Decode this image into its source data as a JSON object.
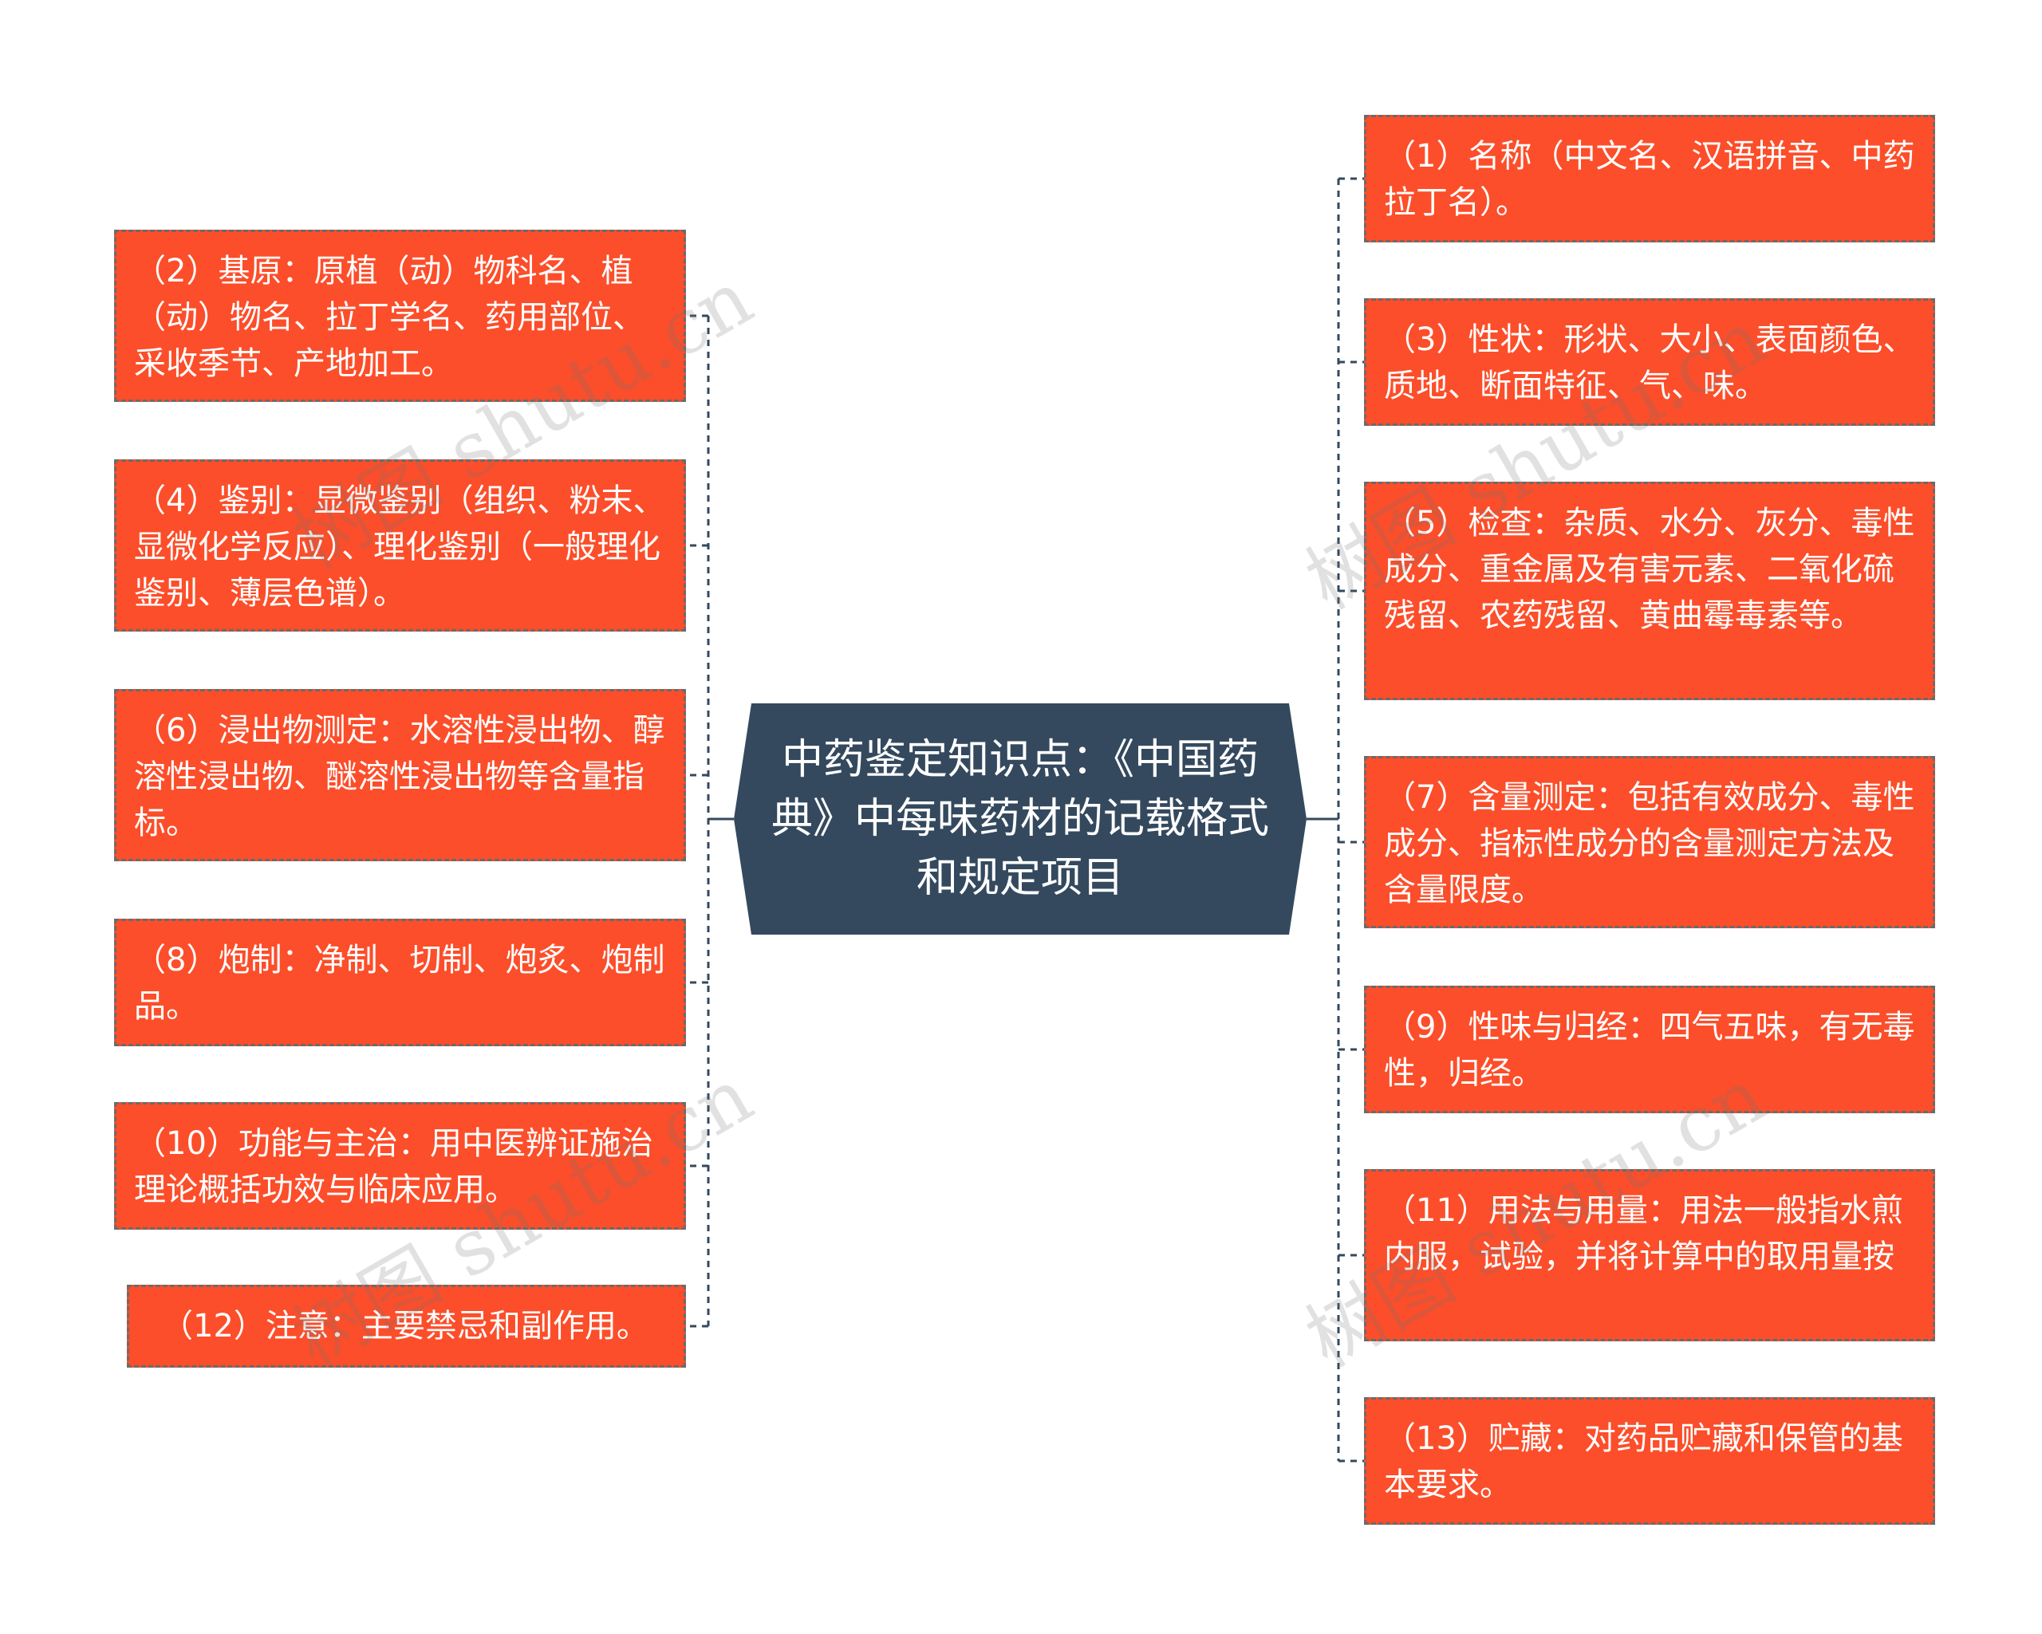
{
  "colors": {
    "center_fill": "#34495e",
    "node_fill": "#fc4e2a",
    "node_border": "#6b6b6b",
    "connector": "#34495e",
    "text": "#ffffff"
  },
  "center": {
    "title": "中药鉴定知识点：《中国药典》中每味药材的记载格式和规定项目"
  },
  "left_nodes": [
    {
      "text": "（2）基原：原植（动）物科名、植（动）物名、拉丁学名、药用部位、采收季节、产地加工。"
    },
    {
      "text": "（4）鉴别：显微鉴别（组织、粉末、显微化学反应）、理化鉴别（一般理化鉴别、薄层色谱）。"
    },
    {
      "text": "（6）浸出物测定：水溶性浸出物、醇溶性浸出物、醚溶性浸出物等含量指标。"
    },
    {
      "text": "（8）炮制：净制、切制、炮炙、炮制品。"
    },
    {
      "text": "（10）功能与主治：用中医辨证施治理论概括功效与临床应用。"
    },
    {
      "text": "（12）注意：主要禁忌和副作用。"
    }
  ],
  "right_nodes": [
    {
      "text": "（1）名称（中文名、汉语拼音、中药拉丁名）。"
    },
    {
      "text": "（3）性状：形状、大小、表面颜色、质地、断面特征、气、味。"
    },
    {
      "text": "（5）检查：杂质、水分、灰分、毒性成分、重金属及有害元素、二氧化硫残留、农药残留、黄曲霉毒素等。"
    },
    {
      "text": "（7）含量测定：包括有效成分、毒性成分、指标性成分的含量测定方法及含量限度。"
    },
    {
      "text": "（9）性味与归经：四气五味，有无毒性，归经。"
    },
    {
      "text": "（11）用法与用量：用法一般指水煎内服，试验，并将计算中的取用量按"
    },
    {
      "text": "（13）贮藏：对药品贮藏和保管的基本要求。"
    }
  ],
  "watermark": "树图 shutu.cn"
}
